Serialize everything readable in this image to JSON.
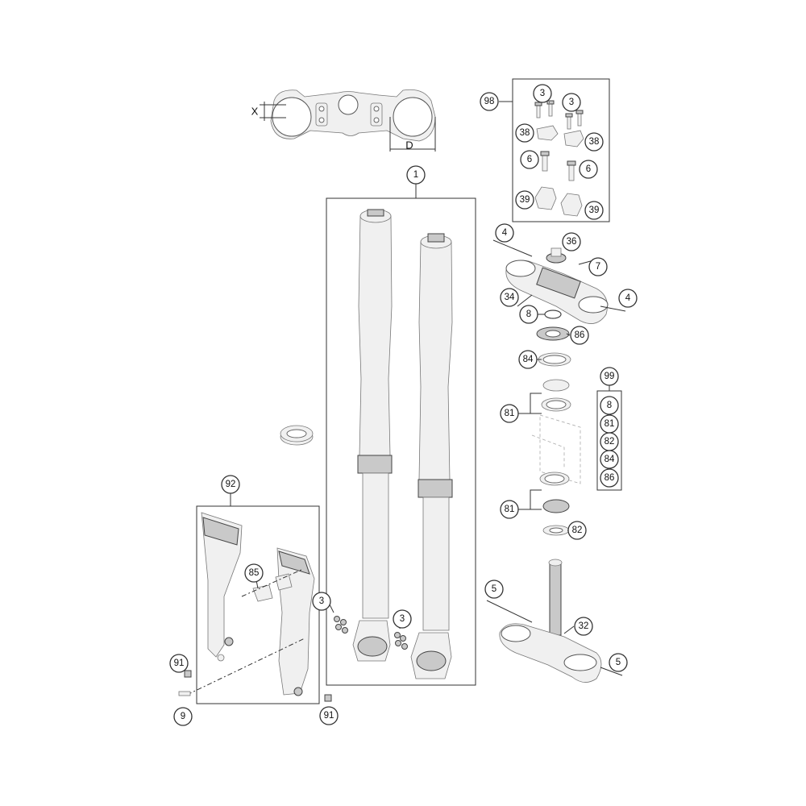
{
  "diagram": {
    "dimension_labels": {
      "x": "X",
      "d": "D"
    },
    "callouts": {
      "c98": "98",
      "c3a": "3",
      "c3b": "3",
      "c38a": "38",
      "c38b": "38",
      "c6a": "6",
      "c6b": "6",
      "c39a": "39",
      "c39b": "39",
      "c4a": "4",
      "c36": "36",
      "c7": "7",
      "c34": "34",
      "c4b": "4",
      "c8": "8",
      "c86": "86",
      "c84": "84",
      "c81a": "81",
      "c81b": "81",
      "c82": "82",
      "c99": "99",
      "k8": "8",
      "k81": "81",
      "k82": "82",
      "k84": "84",
      "k86": "86",
      "c1": "1",
      "c3c": "3",
      "c3d": "3",
      "c92": "92",
      "c85": "85",
      "c91a": "91",
      "c9": "9",
      "c91b": "91",
      "c5a": "5",
      "c32": "32",
      "c5b": "5"
    }
  }
}
